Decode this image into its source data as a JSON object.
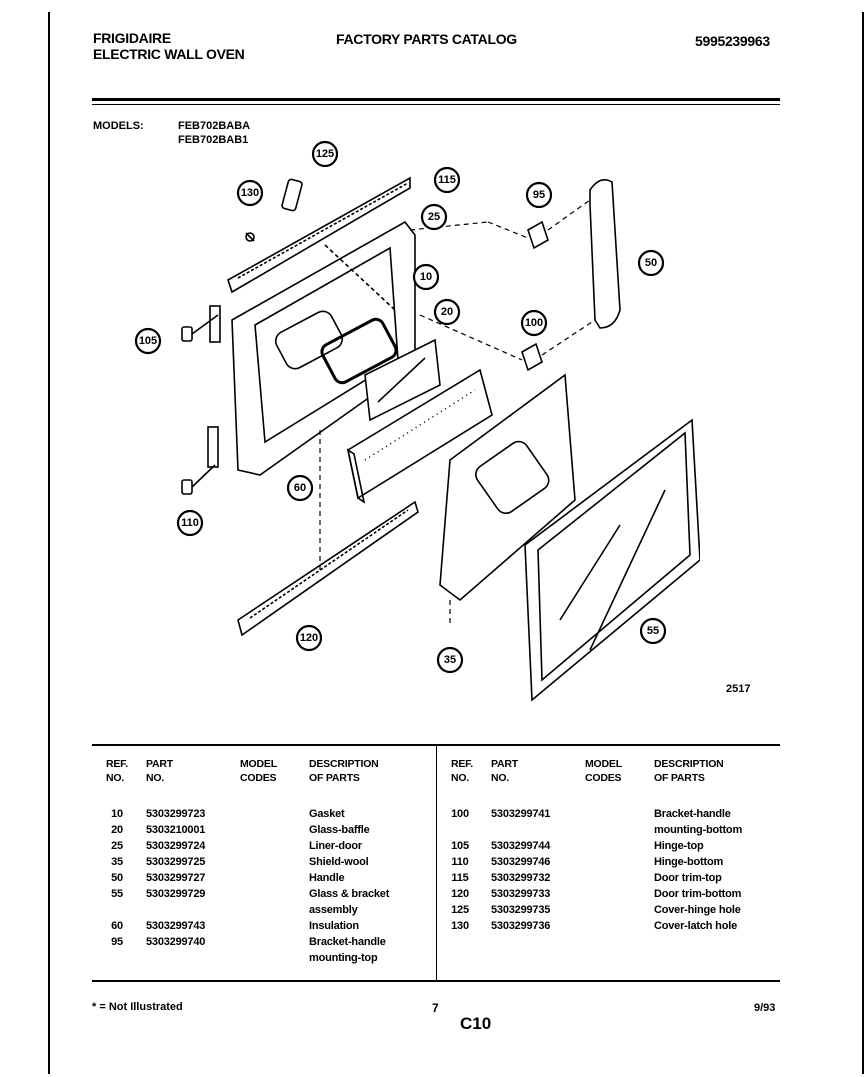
{
  "header": {
    "brand": "FRIGIDAIRE",
    "product": "ELECTRIC WALL OVEN",
    "catalog_title": "FACTORY PARTS CATALOG",
    "catalog_number": "5995239963"
  },
  "models": {
    "label": "MODELS:",
    "list": [
      "FEB702BABA",
      "FEB702BAB1"
    ]
  },
  "diagram": {
    "figure_number": "2517",
    "callouts": [
      "125",
      "115",
      "130",
      "25",
      "95",
      "10",
      "50",
      "105",
      "20",
      "100",
      "60",
      "110",
      "120",
      "35",
      "55"
    ]
  },
  "table": {
    "headers": {
      "ref": "REF.\nNO.",
      "part": "PART\nNO.",
      "model": "MODEL\nCODES",
      "desc": "DESCRIPTION\nOF PARTS"
    },
    "left_rows": [
      {
        "ref": "10",
        "part": "5303299723",
        "desc": "Gasket"
      },
      {
        "ref": "20",
        "part": "5303210001",
        "desc": "Glass-baffle"
      },
      {
        "ref": "25",
        "part": "5303299724",
        "desc": "Liner-door"
      },
      {
        "ref": "35",
        "part": "5303299725",
        "desc": "Shield-wool"
      },
      {
        "ref": "50",
        "part": "5303299727",
        "desc": "Handle"
      },
      {
        "ref": "55",
        "part": "5303299729",
        "desc": "Glass & bracket assembly"
      },
      {
        "ref": "60",
        "part": "5303299743",
        "desc": "Insulation"
      },
      {
        "ref": "95",
        "part": "5303299740",
        "desc": "Bracket-handle mounting-top"
      }
    ],
    "right_rows": [
      {
        "ref": "100",
        "part": "5303299741",
        "desc": "Bracket-handle mounting-bottom"
      },
      {
        "ref": "105",
        "part": "5303299744",
        "desc": "Hinge-top"
      },
      {
        "ref": "110",
        "part": "5303299746",
        "desc": "Hinge-bottom"
      },
      {
        "ref": "115",
        "part": "5303299732",
        "desc": "Door trim-top"
      },
      {
        "ref": "120",
        "part": "5303299733",
        "desc": "Door trim-bottom"
      },
      {
        "ref": "125",
        "part": "5303299735",
        "desc": "Cover-hinge hole"
      },
      {
        "ref": "130",
        "part": "5303299736",
        "desc": "Cover-latch hole"
      }
    ]
  },
  "footer": {
    "note": "* = Not Illustrated",
    "page": "7",
    "page_code": "C10",
    "date": "9/93"
  }
}
